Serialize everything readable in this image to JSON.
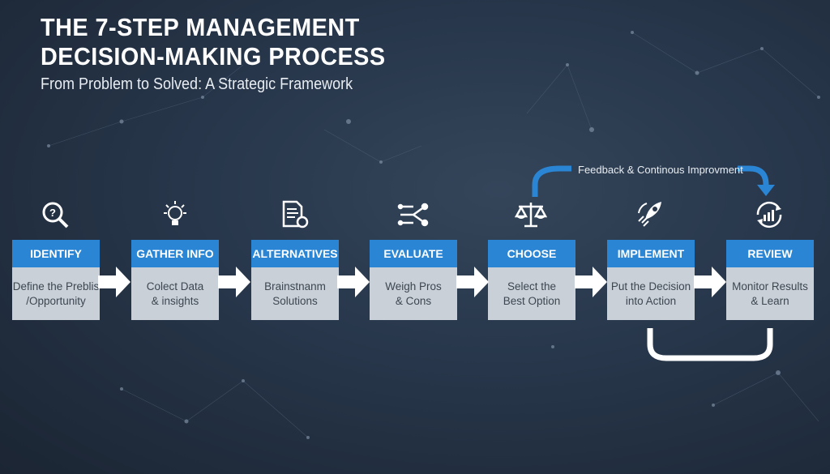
{
  "title_line1": "THE 7-STEP MANAGEMENT",
  "title_line2": "DECISION-MAKING PROCESS",
  "subtitle": "From Problem to Solved: A Strategic Framework",
  "feedback_label": "Feedback & Continous Improvment",
  "colors": {
    "accent": "#2a86d4",
    "box": "#c9d0d8",
    "background": "#27364a"
  },
  "steps": [
    {
      "title": "IDENTIFY",
      "line1": "Define the Preblis",
      "line2": "/Opportunity",
      "icon": "magnifier-question-icon"
    },
    {
      "title": "GATHER INFO",
      "line1": "Colect Data",
      "line2": "& insights",
      "icon": "lightbulb-icon"
    },
    {
      "title": "ALTERNATIVES",
      "line1": "Brainstnanm",
      "line2": "Solutions",
      "icon": "document-icon"
    },
    {
      "title": "EVALUATE",
      "line1": "Weigh Pros",
      "line2": "& Cons",
      "icon": "network-icon"
    },
    {
      "title": "CHOOSE",
      "line1": "Select the",
      "line2": "Best Option",
      "icon": "scales-icon"
    },
    {
      "title": "IMPLEMENT",
      "line1": "Put the Decision",
      "line2": "into Action",
      "icon": "rocket-icon"
    },
    {
      "title": "REVIEW",
      "line1": "Monitor Results",
      "line2": "& Learn",
      "icon": "cycle-chart-icon"
    }
  ]
}
